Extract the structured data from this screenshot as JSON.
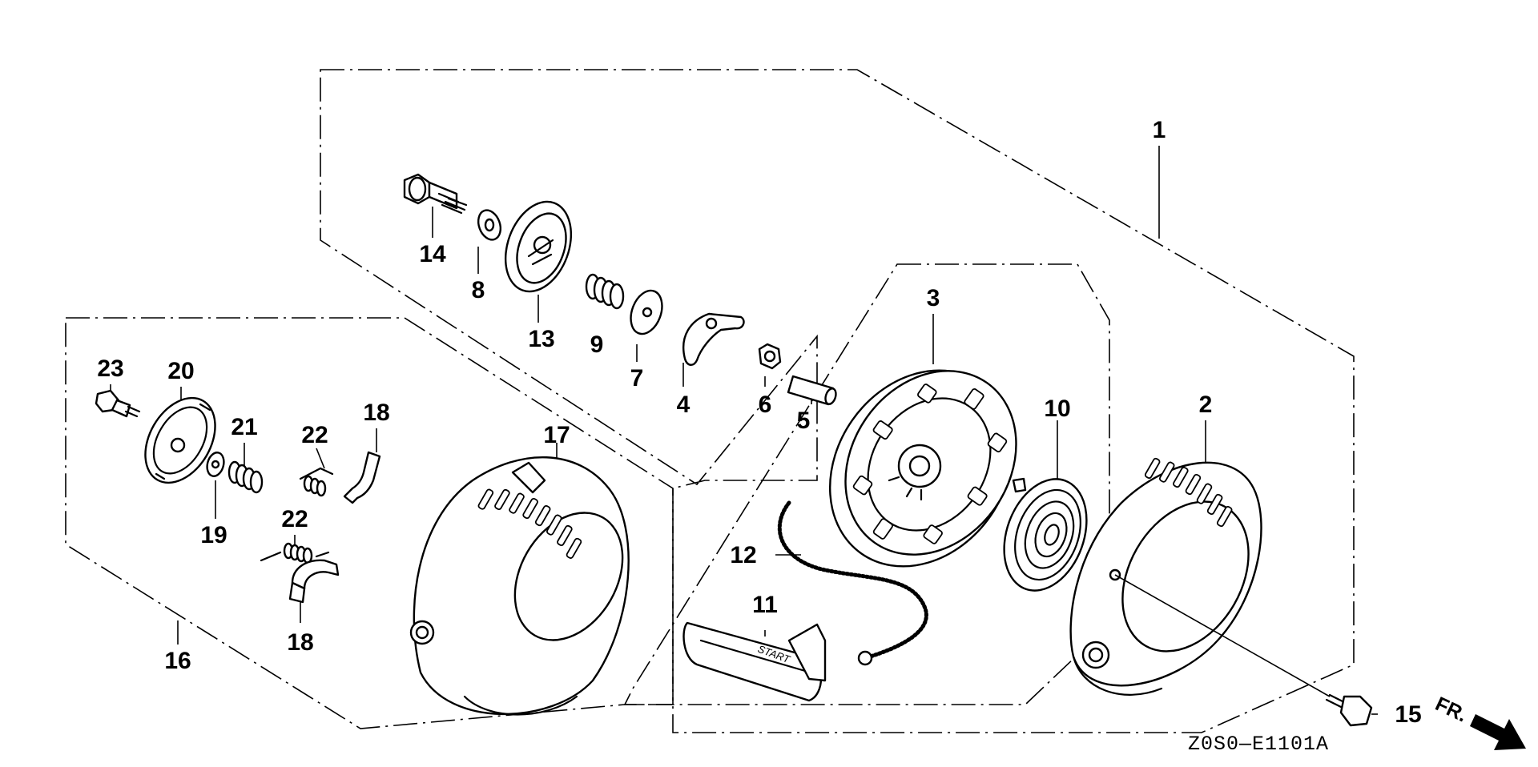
{
  "diagram": {
    "drawing_code": "Z0S0—E1101A",
    "direction_label": "FR.",
    "callouts": [
      {
        "id": "p1",
        "label": "1"
      },
      {
        "id": "p2",
        "label": "2"
      },
      {
        "id": "p3",
        "label": "3"
      },
      {
        "id": "p4",
        "label": "4"
      },
      {
        "id": "p5",
        "label": "5"
      },
      {
        "id": "p6",
        "label": "6"
      },
      {
        "id": "p7",
        "label": "7"
      },
      {
        "id": "p8",
        "label": "8"
      },
      {
        "id": "p9",
        "label": "9"
      },
      {
        "id": "p10",
        "label": "10"
      },
      {
        "id": "p11",
        "label": "11"
      },
      {
        "id": "p12",
        "label": "12"
      },
      {
        "id": "p13",
        "label": "13"
      },
      {
        "id": "p14",
        "label": "14"
      },
      {
        "id": "p15",
        "label": "15"
      },
      {
        "id": "p16",
        "label": "16"
      },
      {
        "id": "p17",
        "label": "17"
      },
      {
        "id": "p18a",
        "label": "18"
      },
      {
        "id": "p18b",
        "label": "18"
      },
      {
        "id": "p19",
        "label": "19"
      },
      {
        "id": "p20",
        "label": "20"
      },
      {
        "id": "p21",
        "label": "21"
      },
      {
        "id": "p22a",
        "label": "22"
      },
      {
        "id": "p22b",
        "label": "22"
      },
      {
        "id": "p23",
        "label": "23"
      }
    ]
  }
}
